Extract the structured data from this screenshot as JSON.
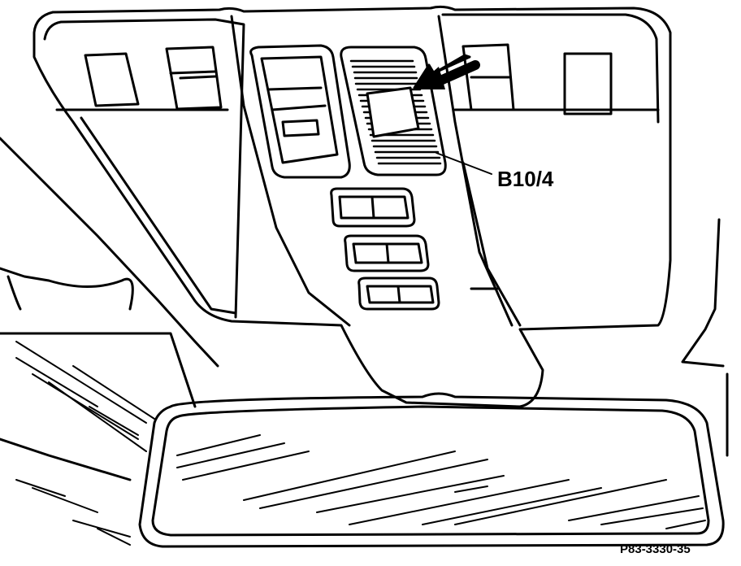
{
  "figure": {
    "component_label": "B10/4",
    "figure_code": "P83-3330-35"
  },
  "parts": {
    "overhead_console": "overhead-control-panel",
    "sensor": "interior-protection-sensor",
    "mirror": "rear-view-mirror"
  }
}
